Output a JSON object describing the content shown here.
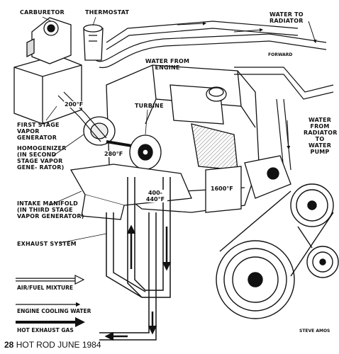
{
  "labels": {
    "carburetor": "CARBURETOR",
    "thermostat": "THERMOSTAT",
    "water_to_radiator": "WATER TO RADIATOR",
    "forward": "FORWARD",
    "water_from_engine": "WATER FROM ENGINE",
    "first_stage": "FIRST STAGE VAPOR GENERATOR",
    "turbine": "TURBINE",
    "homogenizer": "HOMOGENIZER (IN SECOND STAGE VAPOR GENE- RATOR)",
    "water_from_radiator": "WATER FROM RADIATOR TO WATER PUMP",
    "intake_manifold": "INTAKE MANIFOLD (IN THIRD STAGE VAPOR GENERATOR)",
    "exhaust_system": "EXHAUST SYSTEM"
  },
  "temperatures": {
    "t200": "200°F",
    "t280": "280°F",
    "t400": "400-440°F",
    "t1600": "1600°F"
  },
  "legend": {
    "air_fuel": "AIR/FUEL MIXTURE",
    "cooling": "ENGINE COOLING WATER",
    "exhaust": "HOT EXHAUST GAS"
  },
  "credit": "STEVE AMOS",
  "footer": {
    "page": "28",
    "publication": "HOT ROD JUNE 1984"
  }
}
